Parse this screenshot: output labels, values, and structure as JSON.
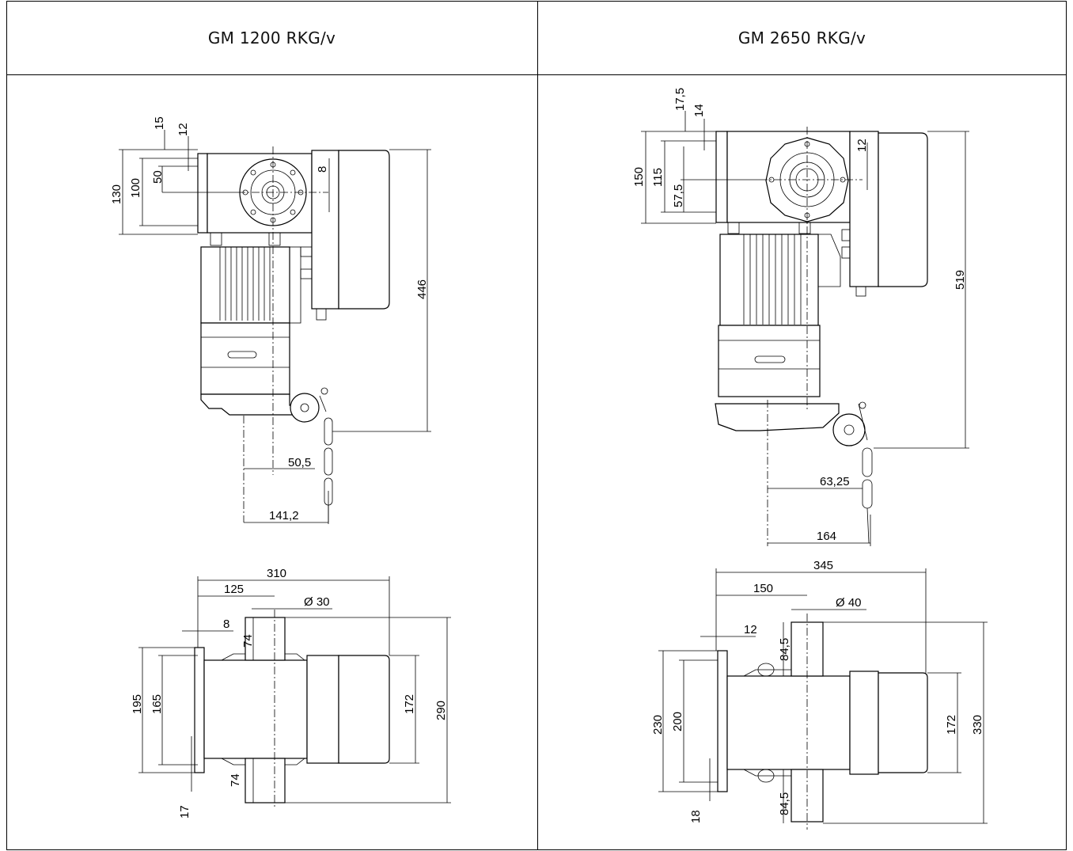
{
  "header": {
    "left_model": "GM 1200 RKG/v",
    "right_model": "GM 2650 RKG/v"
  },
  "left": {
    "side_dims": {
      "d130": "130",
      "d100": "100",
      "d50": "50",
      "d15": "15",
      "d12": "12",
      "d8": "8",
      "d446": "446",
      "d50_5": "50,5",
      "d141_2": "141,2"
    },
    "top_dims": {
      "d310": "310",
      "d125": "125",
      "shaft": "Ø 30",
      "d8": "8",
      "d74a": "74",
      "d195": "195",
      "d165": "165",
      "d172": "172",
      "d290": "290",
      "d17": "17",
      "d74b": "74"
    }
  },
  "right": {
    "side_dims": {
      "d17_5": "17,5",
      "d14": "14",
      "d150": "150",
      "d115": "115",
      "d57_5": "57,5",
      "d12": "12",
      "d519": "519",
      "d63_25": "63,25",
      "d164": "164"
    },
    "top_dims": {
      "d345": "345",
      "d150": "150",
      "shaft": "Ø 40",
      "d12": "12",
      "d84_5a": "84,5",
      "d230": "230",
      "d200": "200",
      "d172": "172",
      "d330": "330",
      "d18": "18",
      "d84_5b": "84,5"
    }
  }
}
